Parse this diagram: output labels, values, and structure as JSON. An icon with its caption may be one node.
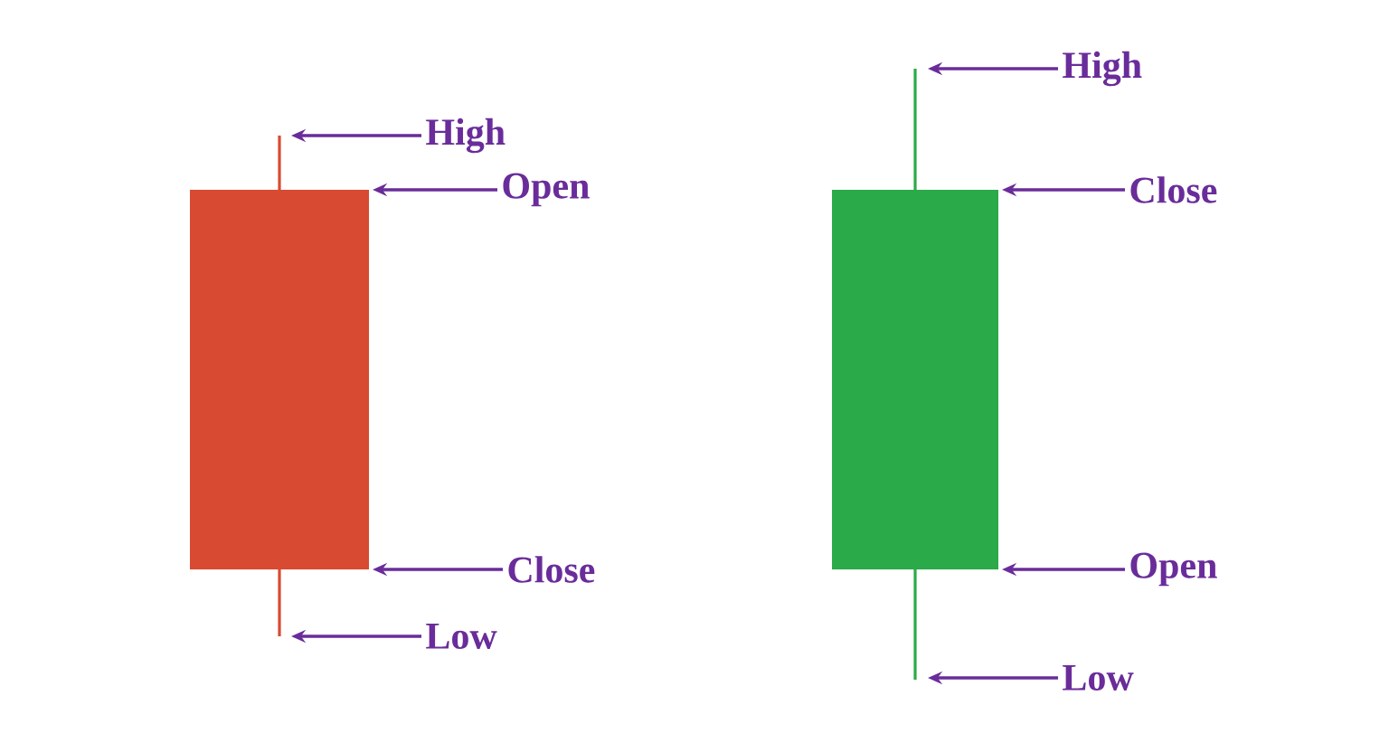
{
  "diagram": {
    "nodes": [
      {
        "text": [
          "High"
        ]
      },
      {
        "text": [
          "Open"
        ]
      },
      {
        "text": [
          "Close"
        ]
      },
      {
        "text": [
          "Low"
        ]
      },
      {
        "text": [
          "High"
        ]
      },
      {
        "text": [
          "Close"
        ]
      },
      {
        "text": [
          "Open"
        ]
      },
      {
        "text": [
          "Low"
        ]
      },
      {
        "text": [],
        "shape": "bar"
      },
      {
        "text": [],
        "shape": "bar"
      }
    ],
    "edges": [
      {
        "from": 0,
        "to": 8,
        "arrow": "to"
      },
      {
        "from": 1,
        "to": 8,
        "arrow": "to"
      },
      {
        "from": 2,
        "to": 8,
        "arrow": "to"
      },
      {
        "from": 3,
        "to": 8,
        "arrow": "to"
      },
      {
        "from": 4,
        "to": 9,
        "arrow": "to"
      },
      {
        "from": 5,
        "to": 9,
        "arrow": "to"
      },
      {
        "from": 6,
        "to": 9,
        "arrow": "to"
      },
      {
        "from": 7,
        "to": 9,
        "arrow": "to"
      }
    ]
  }
}
